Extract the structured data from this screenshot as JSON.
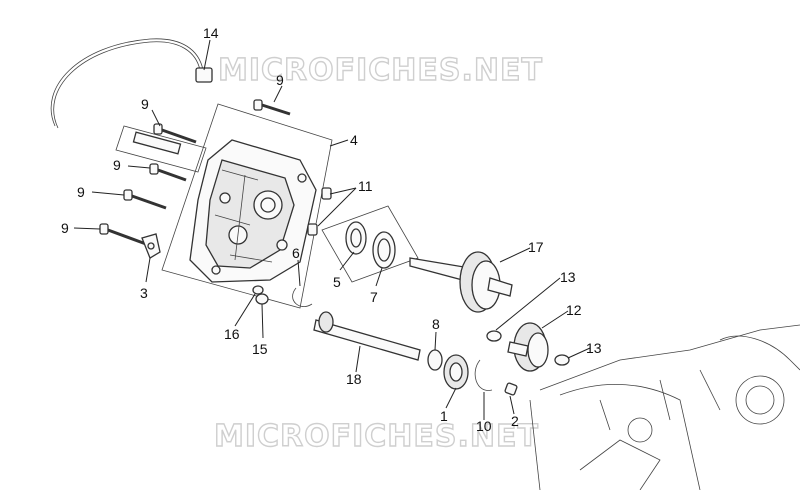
{
  "watermark": {
    "top": "MICROFICHES.NET",
    "bottom": "MICROFICHES.NET"
  },
  "callouts": {
    "c1": "1",
    "c2": "2",
    "c3": "3",
    "c4": "4",
    "c5": "5",
    "c6": "6",
    "c7": "7",
    "c8": "8",
    "c9a": "9",
    "c9b": "9",
    "c9c": "9",
    "c9d": "9",
    "c9e": "9",
    "c10": "10",
    "c11": "11",
    "c12": "12",
    "c13a": "13",
    "c13b": "13",
    "c14": "14",
    "c15": "15",
    "c16": "16",
    "c17": "17",
    "c18": "18"
  }
}
